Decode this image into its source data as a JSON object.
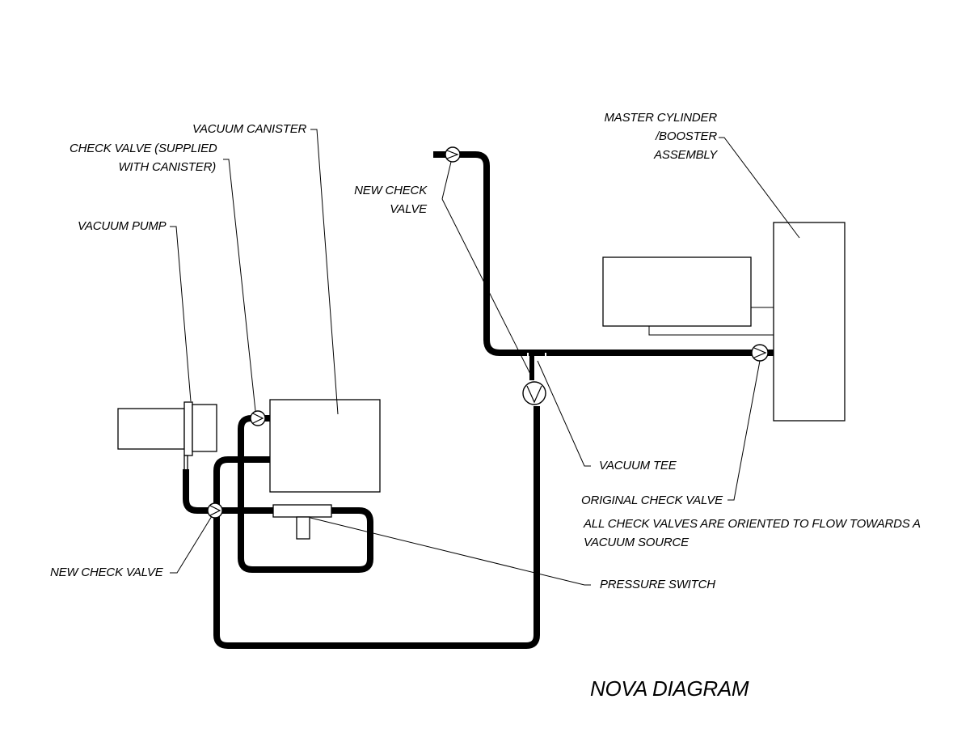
{
  "title": "NOVA DIAGRAM",
  "labels": {
    "vacuum_canister": "VACUUM CANISTER",
    "check_valve_supplied_line1": "CHECK VALVE (SUPPLIED",
    "check_valve_supplied_line2": "WITH CANISTER)",
    "vacuum_pump": "VACUUM PUMP",
    "new_check_valve_top_line1": "NEW CHECK",
    "new_check_valve_top_line2": "VALVE",
    "master_cylinder_line1": "MASTER CYLINDER",
    "master_cylinder_line2": "/BOOSTER",
    "master_cylinder_line3": "ASSEMBLY",
    "vacuum_tee": "VACUUM TEE",
    "original_check_valve": "ORIGINAL CHECK VALVE",
    "note_line1": "ALL CHECK VALVES ARE ORIENTED TO FLOW TOWARDS A",
    "note_line2": "VACUUM SOURCE",
    "new_check_valve_left": "NEW CHECK VALVE",
    "pressure_switch": "PRESSURE SWITCH"
  }
}
